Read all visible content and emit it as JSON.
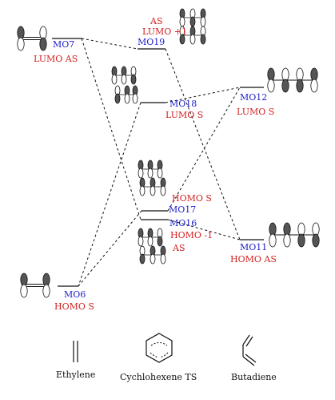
{
  "ethylene": {
    "mo7": {
      "name": "MO7",
      "desc": "LUMO AS"
    },
    "mo6": {
      "name": "MO6",
      "desc": "HOMO S"
    }
  },
  "ts": {
    "mo19": {
      "name": "MO19",
      "desc1": "AS",
      "desc2": "LUMO +1"
    },
    "mo18": {
      "name": "MO18",
      "desc": "LUMO S"
    },
    "mo17": {
      "name": "MO17",
      "desc": "HOMO S"
    },
    "mo16": {
      "name": "MO16",
      "desc1": "HOMO -1",
      "desc2": "AS"
    }
  },
  "butadiene": {
    "mo12": {
      "name": "MO12",
      "desc": "LUMO  S"
    },
    "mo11": {
      "name": "MO11",
      "desc": "HOMO AS"
    }
  },
  "captions": {
    "ethylene": "Ethylene",
    "ts": "Cychlohexene TS",
    "butadiene": "Butadiene"
  },
  "colors": {
    "mo_label": "#1c1cc8",
    "symmetry_label": "#d42020"
  }
}
